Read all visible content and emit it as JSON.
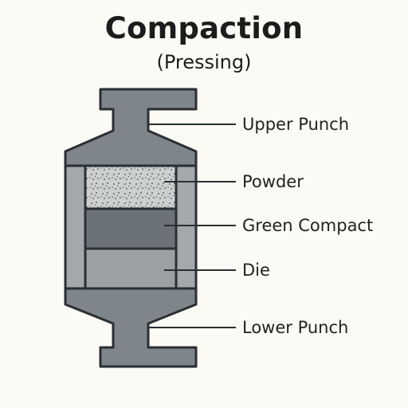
{
  "title": "Compaction",
  "subtitle": "(Pressing)",
  "labels": {
    "upper_punch": "Upper Punch",
    "powder": "Powder",
    "green_compact": "Green Compact",
    "die": "Die",
    "lower_punch": "Lower Punch"
  },
  "colors": {
    "background": "#fbfaf4",
    "body": "#7f868b",
    "outline": "#2b2f33",
    "die_wall": "#a3a8ac",
    "powder": "#cdd0cf",
    "green_compact": "#6c7378",
    "die_cavity": "#9ba0a5"
  }
}
